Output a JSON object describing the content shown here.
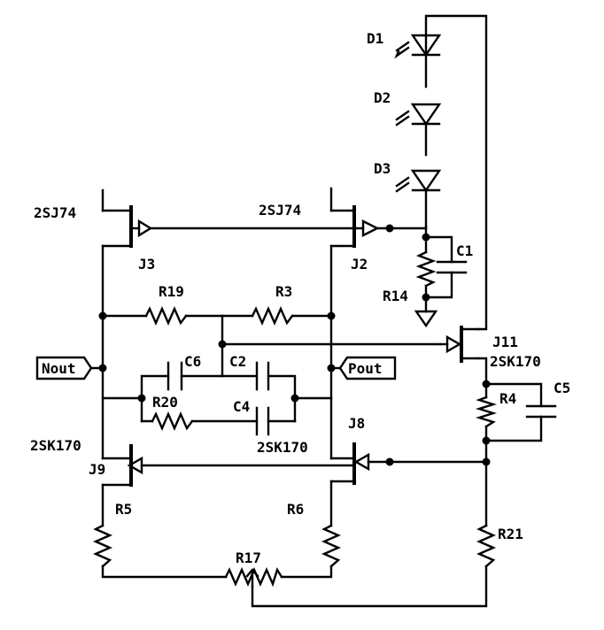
{
  "diagram": {
    "diodes": [
      {
        "ref": "D1"
      },
      {
        "ref": "D2"
      },
      {
        "ref": "D3"
      }
    ],
    "transistors": [
      {
        "ref": "J3",
        "part": "2SJ74"
      },
      {
        "ref": "J2",
        "part": "2SJ74"
      },
      {
        "ref": "J11",
        "part": "2SK170"
      },
      {
        "ref": "J9",
        "part": "2SK170"
      },
      {
        "ref": "J8",
        "part": "2SK170"
      }
    ],
    "resistors": [
      {
        "ref": "R19"
      },
      {
        "ref": "R3"
      },
      {
        "ref": "R14"
      },
      {
        "ref": "R20"
      },
      {
        "ref": "R4"
      },
      {
        "ref": "R5"
      },
      {
        "ref": "R6"
      },
      {
        "ref": "R21"
      },
      {
        "ref": "R17"
      }
    ],
    "capacitors": [
      {
        "ref": "C1"
      },
      {
        "ref": "C6"
      },
      {
        "ref": "C2"
      },
      {
        "ref": "C4"
      },
      {
        "ref": "C5"
      }
    ],
    "ports": [
      {
        "name": "Nout"
      },
      {
        "name": "Pout"
      }
    ]
  }
}
